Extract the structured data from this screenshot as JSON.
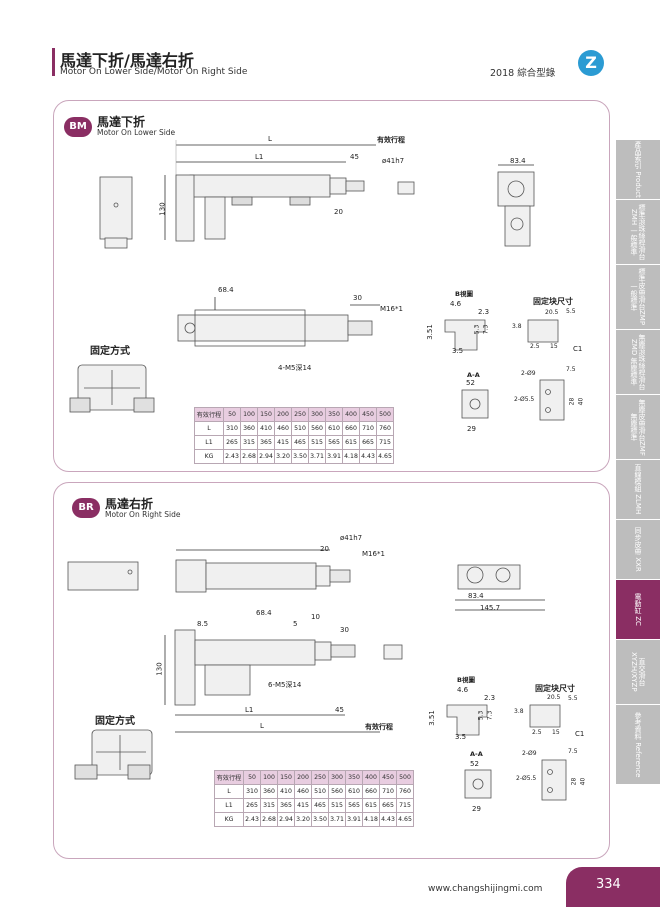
{
  "header": {
    "title": "馬達下折/馬達右折",
    "subtitle": "Motor On Lower Side/Motor On Right Side",
    "catalog": "2018 綜合型錄",
    "logo_letter": "Z"
  },
  "section_bm": {
    "badge": "BM",
    "title": "馬達下折",
    "subtitle": "Motor On Lower Side",
    "fixing_label": "固定方式",
    "view_b_label": "B視圖",
    "block_label": "固定块尺寸",
    "aa_label": "A-A",
    "dims": {
      "L": "L",
      "L1": "L1",
      "d45": "45",
      "stroke": "有效行程",
      "d41": "ø41h7",
      "d20": "20",
      "d130": "130",
      "d83_4": "83.4",
      "d68_4": "68.4",
      "d30": "30",
      "m16": "M16*1",
      "m5": "4-M5深14",
      "d4_6": "4.6",
      "d2_3": "2.3",
      "d3_51": "3.51",
      "d5_3": "5.3",
      "d7_3": "7.3",
      "d3_5": "3.5",
      "d52": "52",
      "d29": "29",
      "d20_5": "20.5",
      "d5_5": "5.5",
      "d3_8": "3.8",
      "d2_5": "2.5",
      "d15": "15",
      "c1": "C1",
      "d2_phi9": "2-Ø9",
      "d2_phi5_5": "2-Ø5.5",
      "d7_5": "7.5",
      "d28": "28",
      "d40": "40"
    },
    "table": {
      "rows": [
        [
          "有效行程",
          "50",
          "100",
          "150",
          "200",
          "250",
          "300",
          "350",
          "400",
          "450",
          "500"
        ],
        [
          "L",
          "310",
          "360",
          "410",
          "460",
          "510",
          "560",
          "610",
          "660",
          "710",
          "760"
        ],
        [
          "L1",
          "265",
          "315",
          "365",
          "415",
          "465",
          "515",
          "565",
          "615",
          "665",
          "715"
        ],
        [
          "KG",
          "2.43",
          "2.68",
          "2.94",
          "3.20",
          "3.50",
          "3.71",
          "3.91",
          "4.18",
          "4.43",
          "4.65"
        ]
      ]
    }
  },
  "section_br": {
    "badge": "BR",
    "title": "馬達右折",
    "subtitle": "Motor On Right Side",
    "fixing_label": "固定方式",
    "view_b_label": "B視圖",
    "block_label": "固定块尺寸",
    "aa_label": "A-A",
    "dims": {
      "d41": "ø41h7",
      "d20": "20",
      "m16": "M16*1",
      "d83_4": "83.4",
      "d145_7": "145.7",
      "d8_5": "8.5",
      "d68_4": "68.4",
      "d5": "5",
      "d10": "10",
      "d30": "30",
      "d130": "130",
      "m5": "6-M5深14",
      "L1": "L1",
      "L": "L",
      "d45": "45",
      "stroke": "有效行程",
      "d4_6": "4.6",
      "d2_3": "2.3",
      "d3_51": "3.51",
      "d5_3": "5.3",
      "d7_3": "7.3",
      "d3_5": "3.5",
      "d52": "52",
      "d29": "29",
      "d20_5": "20.5",
      "d5_5": "5.5",
      "d3_8": "3.8",
      "d2_5": "2.5",
      "d15": "15",
      "c1": "C1",
      "d2_phi9": "2-Ø9",
      "d2_phi5_5": "2-Ø5.5",
      "d7_5": "7.5",
      "d28": "28",
      "d40": "40"
    },
    "table": {
      "rows": [
        [
          "有效行程",
          "50",
          "100",
          "150",
          "200",
          "250",
          "300",
          "350",
          "400",
          "450",
          "500"
        ],
        [
          "L",
          "310",
          "360",
          "410",
          "460",
          "510",
          "560",
          "610",
          "660",
          "710",
          "760"
        ],
        [
          "L1",
          "265",
          "315",
          "365",
          "415",
          "465",
          "515",
          "565",
          "615",
          "665",
          "715"
        ],
        [
          "KG",
          "2.43",
          "2.68",
          "2.94",
          "3.20",
          "3.50",
          "3.71",
          "3.91",
          "4.18",
          "4.43",
          "4.65"
        ]
      ]
    }
  },
  "sidebar": {
    "tabs": [
      {
        "label": "產品索引 Product"
      },
      {
        "label": "標準滾珠絲桿滑台ZMH 一般標準"
      },
      {
        "label": "標準皮帶滑台ZMP 一般標準"
      },
      {
        "label": "無塵滾珠絲桿滑台ZMD 無塵標準"
      },
      {
        "label": "無塵皮帶滑台ZMF 無塵標準"
      },
      {
        "label": "直線模組 ZLMH"
      },
      {
        "label": "同步皮帶 XXR"
      },
      {
        "label": "電動缸 ZC",
        "active": true
      },
      {
        "label": "直交滑台 XYZH/XYZP"
      },
      {
        "label": "參考資料 Reference"
      }
    ]
  },
  "footer": {
    "url": "www.changshijingmi.com",
    "page": "334"
  }
}
